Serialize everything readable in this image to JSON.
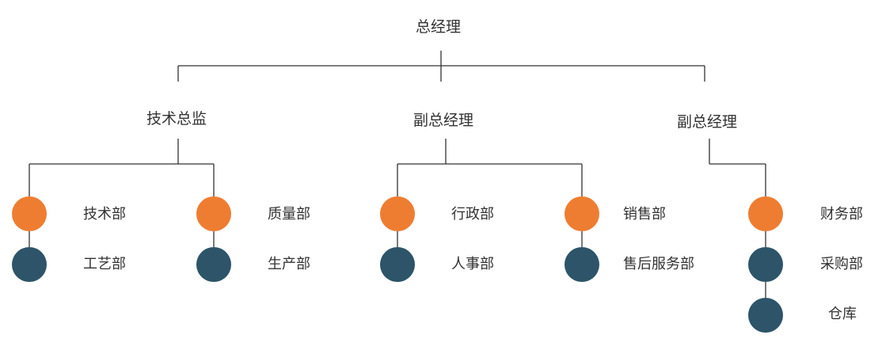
{
  "colors": {
    "orange": "#ee7d31",
    "teal": "#2d5468",
    "line": "#333333"
  },
  "root": {
    "label": "总经理"
  },
  "managers": [
    {
      "label": "技术总监",
      "departments": [
        {
          "groups": [
            [
              "技术部",
              "工艺部"
            ]
          ]
        },
        {
          "groups": [
            [
              "质量部",
              "生产部"
            ]
          ]
        }
      ]
    },
    {
      "label": "副总经理",
      "departments": [
        {
          "groups": [
            [
              "行政部",
              "人事部"
            ]
          ]
        },
        {
          "groups": [
            [
              "销售部",
              "售后服务部"
            ]
          ]
        }
      ]
    },
    {
      "label": "副总经理",
      "departments": [
        {
          "groups": [
            [
              "财务部",
              "采购部",
              "仓库"
            ]
          ]
        }
      ]
    }
  ]
}
